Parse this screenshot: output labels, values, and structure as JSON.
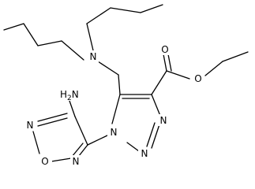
{
  "molecule": {
    "atoms": {
      "amino_group": {
        "element": "H",
        "subscript": "2",
        "suffix": "N"
      },
      "furazan_n_left": {
        "element": "N"
      },
      "furazan_o": {
        "element": "O"
      },
      "furazan_n_right": {
        "element": "N"
      },
      "triazole_n1": {
        "element": "N"
      },
      "triazole_n2": {
        "element": "N"
      },
      "triazole_n3": {
        "element": "N"
      },
      "amine_n": {
        "element": "N"
      },
      "carbonyl_o": {
        "element": "O"
      },
      "ester_o": {
        "element": "O"
      }
    }
  }
}
